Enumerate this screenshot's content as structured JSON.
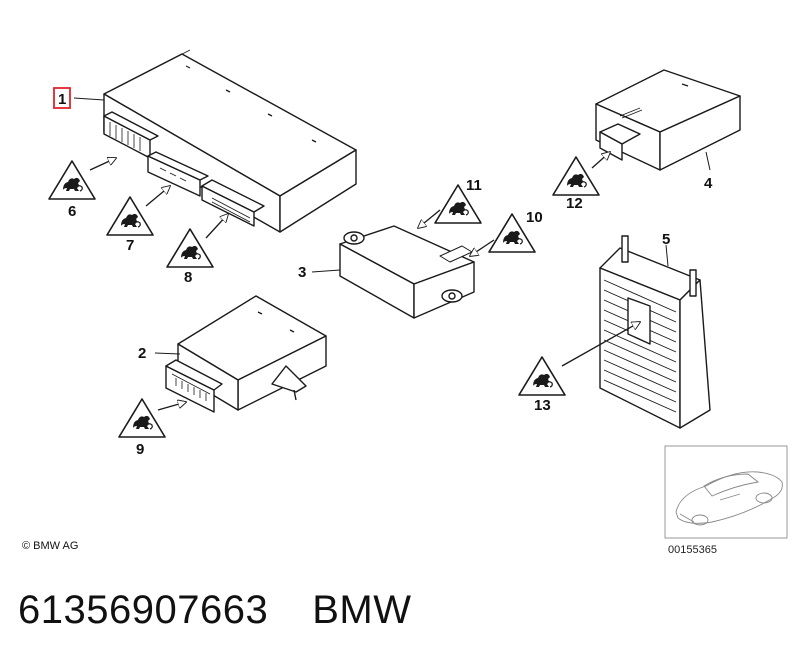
{
  "callouts": {
    "c1": "1",
    "c2": "2",
    "c3": "3",
    "c4": "4",
    "c5": "5",
    "c6": "6",
    "c7": "7",
    "c8": "8",
    "c9": "9",
    "c10": "10",
    "c11": "11",
    "c12": "12",
    "c13": "13"
  },
  "copyright": "© BMW AG",
  "diagram_code": "00155365",
  "footer": {
    "part_number": "61356907663",
    "brand": "BMW"
  },
  "colors": {
    "highlight": "#e0242c",
    "line": "#1a1a1a",
    "warning_fill": "#ffffff"
  }
}
